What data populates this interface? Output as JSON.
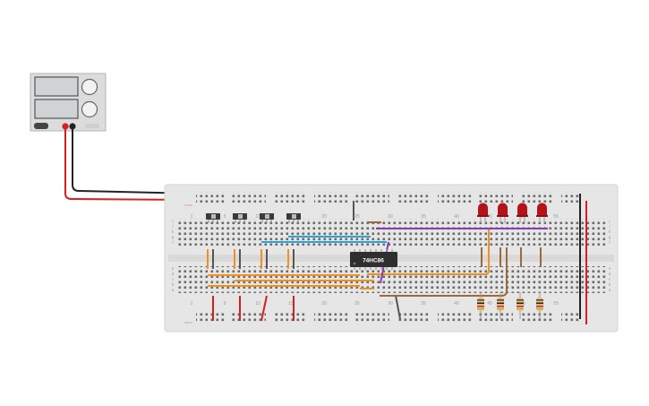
{
  "power_supply": {
    "name": "Power Supply",
    "display_count": 2,
    "knob_count": 2,
    "terminals": [
      "negative",
      "positive"
    ]
  },
  "breadboard": {
    "column_numbers": [
      "1",
      "5",
      "10",
      "15",
      "20",
      "25",
      "30",
      "35",
      "40",
      "45",
      "50",
      "55"
    ],
    "row_letters_top": [
      "j",
      "i",
      "h",
      "g",
      "f"
    ],
    "row_letters_bottom": [
      "e",
      "d",
      "c",
      "b",
      "a"
    ]
  },
  "ic": {
    "label": "74HC86",
    "type": "quad XOR gate"
  },
  "switches": {
    "count": 4,
    "kind": "slide-switch"
  },
  "leds": {
    "count": 4,
    "color": "#b3141a"
  },
  "resistors": {
    "count": 4
  },
  "wire_colors": {
    "power": "#d42020",
    "ground": "#222222",
    "orange": "#f0901e",
    "blue": "#2fa3d6",
    "purple": "#8a3fb0",
    "brown": "#9a6a3a",
    "gray": "#555555"
  }
}
